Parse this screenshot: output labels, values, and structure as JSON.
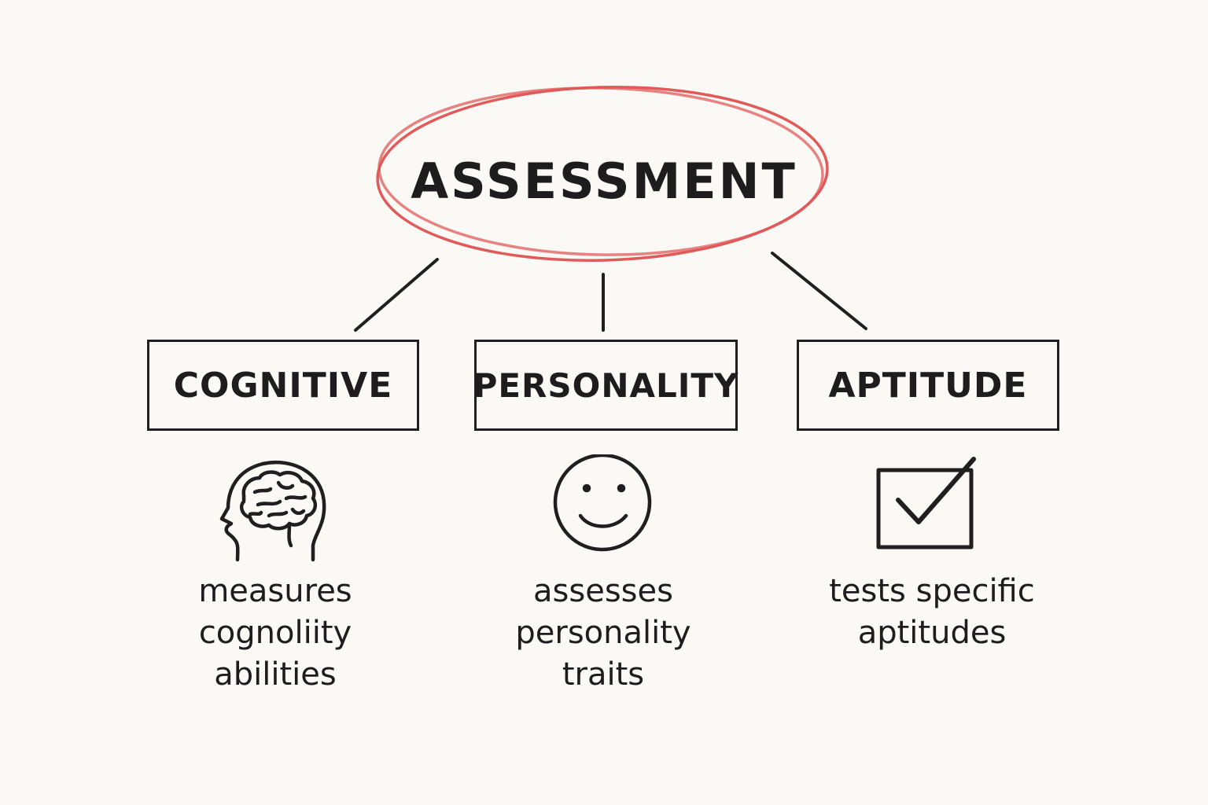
{
  "root": {
    "label": "ASSESSMENT",
    "outline_color": "#e05a5a"
  },
  "categories": [
    {
      "label": "COGNITIVE",
      "icon": "brain-head-icon",
      "description": [
        "measures",
        "cognoliity",
        "abilities"
      ]
    },
    {
      "label": "PERSONALITY",
      "icon": "smiley-face-icon",
      "description": [
        "assesses",
        "personality",
        "traits"
      ]
    },
    {
      "label": "APTITUDE",
      "icon": "checkbox-check-icon",
      "description": [
        "tests specific",
        "aptitudes"
      ]
    }
  ],
  "colors": {
    "ink": "#1d1d1d",
    "background": "#fbf9f5",
    "accent": "#e05a5a"
  }
}
